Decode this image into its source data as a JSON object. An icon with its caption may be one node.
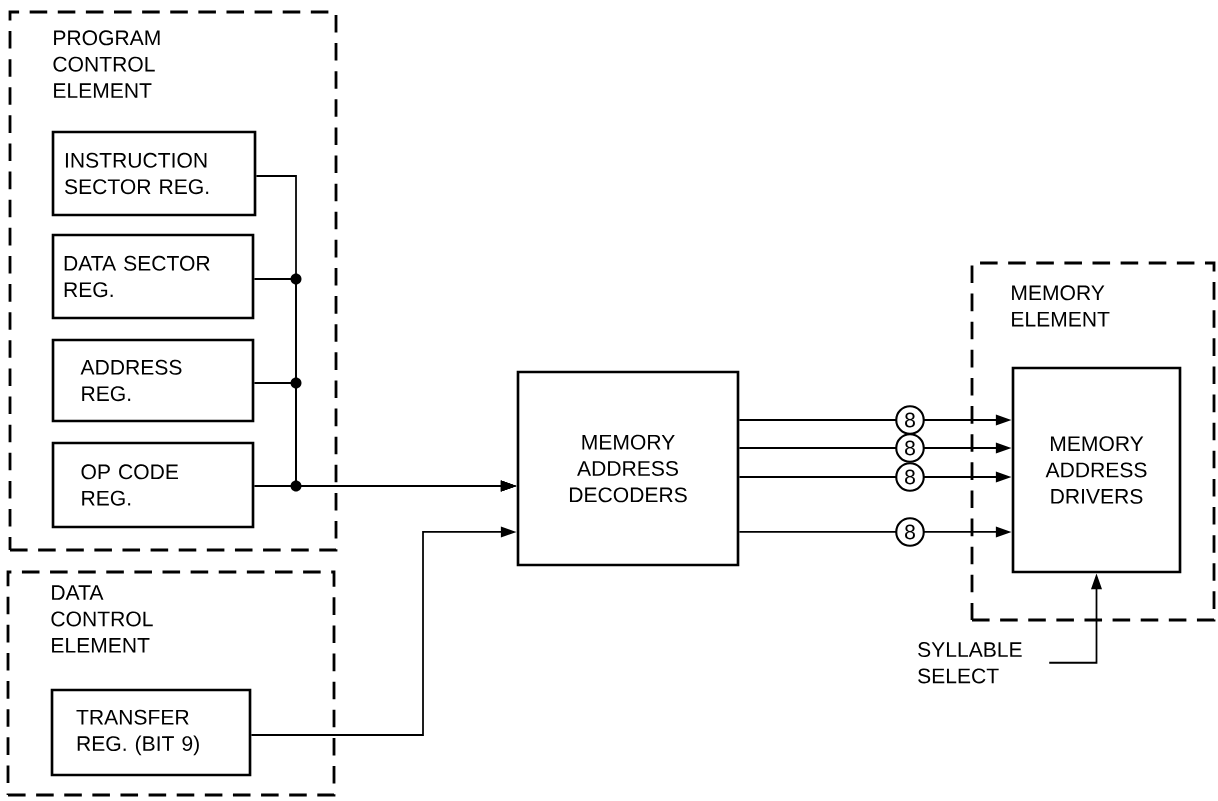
{
  "diagram": {
    "nodes": [
      {
        "text": [
          "PROGRAM CONTROL ELEMENT"
        ]
      },
      {
        "text": [
          "INSTRUCTION SECTOR REG."
        ],
        "in": 0
      },
      {
        "text": [
          "DATA SECTOR REG."
        ],
        "in": 0
      },
      {
        "text": [
          "ADDRESS REG."
        ],
        "in": 0
      },
      {
        "text": [
          "OP CODE REG."
        ],
        "in": 0
      },
      {
        "text": [
          "DATA CONTROL ELEMENT"
        ]
      },
      {
        "text": [
          "TRANSFER REG. (BIT 9)"
        ],
        "in": 5
      },
      {
        "text": [
          "MEMORY ADDRESS DECODERS"
        ]
      },
      {
        "text": [
          "MEMORY ELEMENT"
        ]
      },
      {
        "text": [
          "MEMORY ADDRESS DRIVERS"
        ],
        "in": 8
      },
      {
        "text": [
          "SYLLABLE SELECT"
        ]
      }
    ],
    "edges": [
      {
        "from": 1,
        "to": 7,
        "arrow": "to"
      },
      {
        "from": 2,
        "to": 7,
        "arrow": "to"
      },
      {
        "from": 3,
        "to": 7,
        "arrow": "to"
      },
      {
        "from": 4,
        "to": 7,
        "arrow": "to"
      },
      {
        "from": 6,
        "to": 7,
        "arrow": "to"
      },
      {
        "from": 7,
        "to": 9,
        "arrow": "to",
        "label": "8"
      },
      {
        "from": 7,
        "to": 9,
        "arrow": "to",
        "label": "8"
      },
      {
        "from": 7,
        "to": 9,
        "arrow": "to",
        "label": "8"
      },
      {
        "from": 7,
        "to": 9,
        "arrow": "to",
        "label": "8"
      },
      {
        "from": 10,
        "to": 9,
        "arrow": "to"
      }
    ]
  }
}
